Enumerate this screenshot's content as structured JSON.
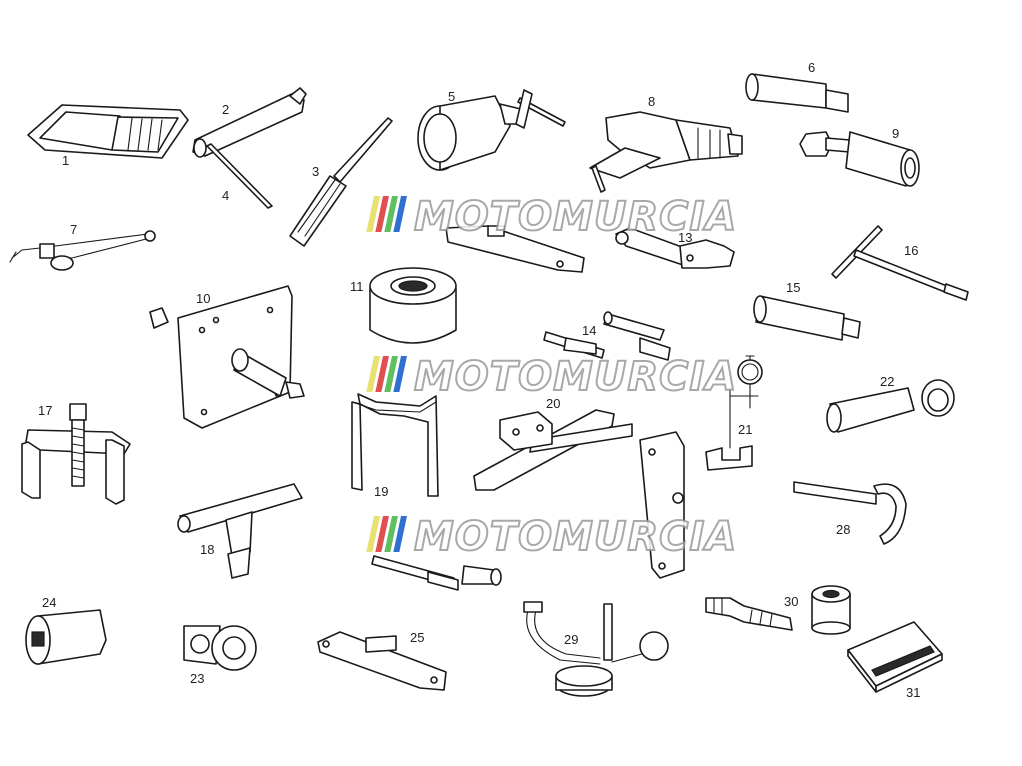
{
  "parts": [
    {
      "number": "1",
      "icon": "tool-pouch-icon"
    },
    {
      "number": "2",
      "icon": "box-spanner-icon"
    },
    {
      "number": "3",
      "icon": "screwdriver-icon"
    },
    {
      "number": "4",
      "icon": "tommy-bar-icon"
    },
    {
      "number": "5",
      "icon": "puller-socket-icon"
    },
    {
      "number": "6",
      "icon": "drift-sleeve-icon"
    },
    {
      "number": "7",
      "icon": "cable-tool-icon"
    },
    {
      "number": "8",
      "icon": "clamp-puller-icon"
    },
    {
      "number": "9",
      "icon": "bolt-adapter-icon"
    },
    {
      "number": "10",
      "icon": "support-plate-icon"
    },
    {
      "number": "11",
      "icon": "seal-installer-icon"
    },
    {
      "number": "13",
      "icon": "pin-punch-set-icon"
    },
    {
      "number": "14",
      "icon": "hook-wrench-icon"
    },
    {
      "number": "15",
      "icon": "bush-sleeve-icon"
    },
    {
      "number": "16",
      "icon": "t-handle-key-icon"
    },
    {
      "number": "17",
      "icon": "two-leg-puller-icon"
    },
    {
      "number": "18",
      "icon": "t-handle-wrench-icon"
    },
    {
      "number": "19",
      "icon": "bracket-fixture-icon"
    },
    {
      "number": "20",
      "icon": "alignment-jig-icon"
    },
    {
      "number": "21",
      "icon": "dial-gauge-stand-icon"
    },
    {
      "number": "22",
      "icon": "bearing-sleeve-icon"
    },
    {
      "number": "23",
      "icon": "square-drive-socket-icon"
    },
    {
      "number": "24",
      "icon": "flywheel-holder-icon"
    },
    {
      "number": "25",
      "icon": "locking-bar-icon"
    },
    {
      "number": "28",
      "icon": "c-spanner-icon"
    },
    {
      "number": "29",
      "icon": "compression-tester-icon"
    },
    {
      "number": "30",
      "icon": "spacer-ring-icon"
    },
    {
      "number": "31",
      "icon": "manual-book-icon"
    }
  ],
  "watermark": {
    "text": "MOTOMURCIA",
    "stripe_colors": [
      "#e8e070",
      "#e05050",
      "#60c060",
      "#3070d0"
    ]
  }
}
